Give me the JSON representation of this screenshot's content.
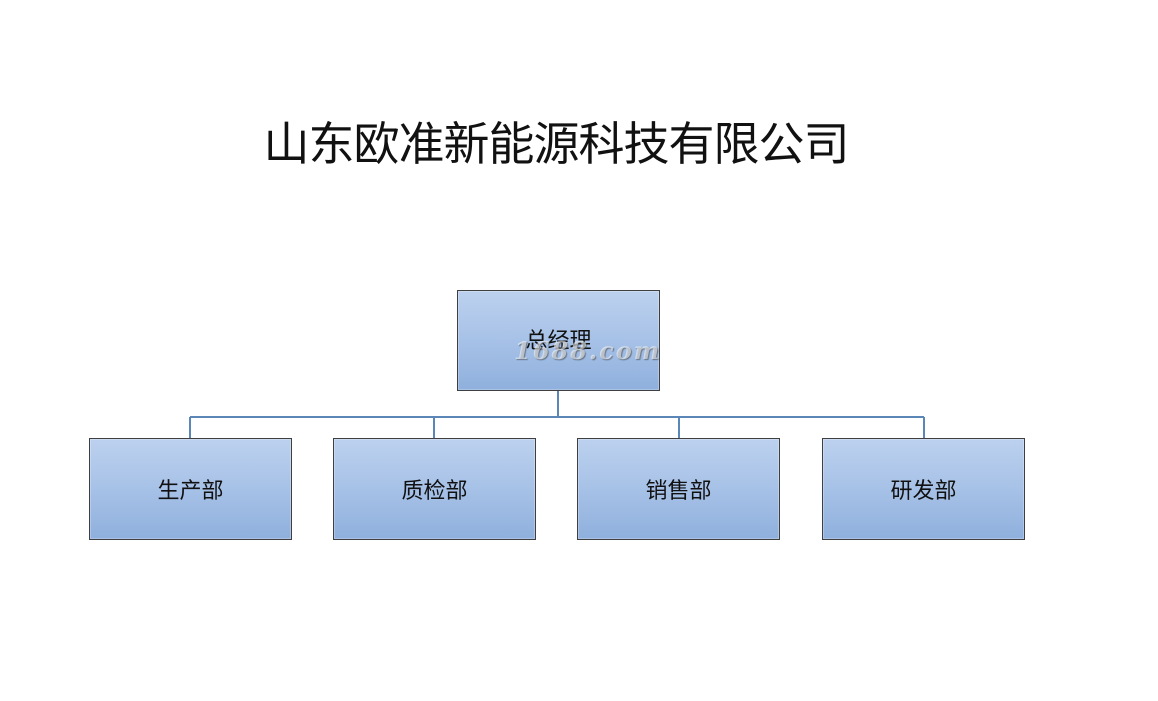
{
  "title": "山东欧准新能源科技有限公司",
  "org_chart": {
    "root": {
      "label": "总经理"
    },
    "children": [
      {
        "label": "生产部"
      },
      {
        "label": "质检部"
      },
      {
        "label": "销售部"
      },
      {
        "label": "研发部"
      }
    ]
  },
  "watermark": "1688.com",
  "colors": {
    "box_fill_top": "#bcd1ee",
    "box_fill_bottom": "#8fb0dd",
    "box_border": "#3f3f3f",
    "connector": "#5a86b8"
  }
}
